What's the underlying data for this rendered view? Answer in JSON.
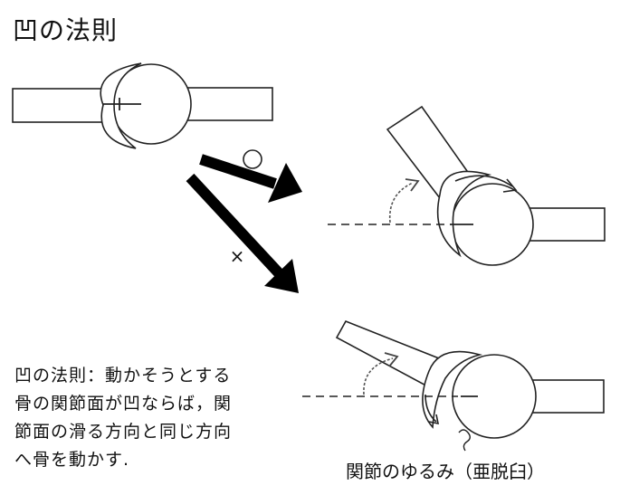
{
  "title": "凹の法則",
  "description": {
    "lines": [
      "凹の法則：動かそうとする",
      "骨の関節面が凹ならば，関",
      "節面の滑る方向と同じ方向",
      "へ骨を動かす."
    ]
  },
  "correct_mark": "○",
  "incorrect_mark": "×",
  "caption": "関節のゆるみ（亜脱臼）"
}
